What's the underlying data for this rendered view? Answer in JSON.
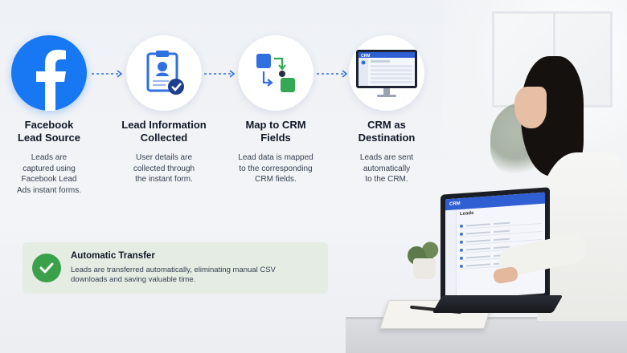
{
  "steps": [
    {
      "title_line1": "Facebook",
      "title_line2": "Lead Source",
      "desc_line1": "Leads are",
      "desc_line2": "captured using",
      "desc_line3": "Facebook Lead",
      "desc_line4": "Ads instant forms.",
      "icon": "facebook-logo-icon"
    },
    {
      "title_line1": "Lead Information",
      "title_line2": "Collected",
      "desc_line1": "User details are",
      "desc_line2": "collected through",
      "desc_line3": "the instant form.",
      "icon": "clipboard-check-icon"
    },
    {
      "title_line1": "Map to CRM",
      "title_line2": "Fields",
      "desc_line1": "Lead data is mapped",
      "desc_line2": "to the corresponding",
      "desc_line3": "CRM fields.",
      "icon": "mapping-flow-icon"
    },
    {
      "title_line1": "CRM as",
      "title_line2": "Destination",
      "desc_line1": "Leads are sent",
      "desc_line2": "automatically",
      "desc_line3": "to the CRM.",
      "icon": "crm-monitor-icon"
    }
  ],
  "transfer": {
    "title": "Automatic Transfer",
    "desc_line1": "Leads are transferred automatically, eliminating manual CSV",
    "desc_line2": "downloads and saving valuable time.",
    "icon": "check-circle-icon"
  },
  "monitor_screen": {
    "brand": "CRM"
  },
  "laptop_screen": {
    "brand": "CRM",
    "heading": "Leads"
  },
  "colors": {
    "facebook_blue": "#1877f2",
    "arrow_blue": "#2f6fe0",
    "check_green": "#3aa14a",
    "card_bg": "#e4ece4"
  }
}
